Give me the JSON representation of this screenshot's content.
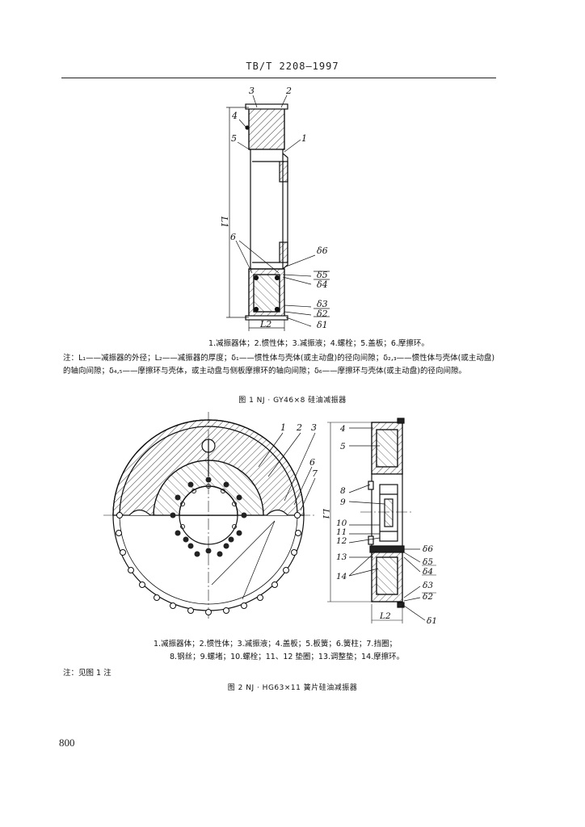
{
  "header": {
    "code": "TB/T 2208—1997"
  },
  "figure1": {
    "legend": "1.减振器体；2.惯性体；3.减振液；4.螺栓；5.盖板；6.摩擦环。",
    "note": "注：L₁——减振器的外径；L₂——减振器的厚度；δ₁——惯性体与壳体(或主动盘)的径向间隙；δ₂,₃——惯性体与壳体(或主动盘)的轴向间隙；δ₄,₅——摩擦环与壳体，或主动盘与侧板摩擦环的轴向间隙；δ₆——摩擦环与壳体(或主动盘)的径向间隙。",
    "title": "图 1   NJ · GY46×8 硅油减振器",
    "labels": {
      "n1": "1",
      "n2": "2",
      "n3": "3",
      "n4": "4",
      "n5": "5",
      "n6": "6",
      "L1": "L1",
      "L2": "L2",
      "d1": "δ1",
      "d2": "δ2",
      "d3": "δ3",
      "d4": "δ4",
      "d5": "δ5",
      "d6": "δ6"
    }
  },
  "figure2": {
    "legend_line1": "1.减振器体；2.惯性体；3.减振液；4.盖板；5.板簧；6.簧柱；7.挡圈；",
    "legend_line2": "8.钢丝；9.螺堵；10.螺栓；11、12 垫圈；13.调整垫；14.摩擦环。",
    "note": "注：见图 1 注",
    "title": "图 2   NJ · HG63×11 簧片硅油减振器",
    "labels": {
      "n1": "1",
      "n2": "2",
      "n3": "3",
      "n4": "4",
      "n5": "5",
      "n6": "6",
      "n7": "7",
      "n8": "8",
      "n9": "9",
      "n10": "10",
      "n11": "11",
      "n12": "12",
      "n13": "13",
      "n14": "14",
      "L1": "L1",
      "L2": "L2",
      "d1": "δ1",
      "d2": "δ2",
      "d3": "δ3",
      "d4": "δ4",
      "d5": "δ5",
      "d6": "δ6"
    }
  },
  "page_number": "800"
}
